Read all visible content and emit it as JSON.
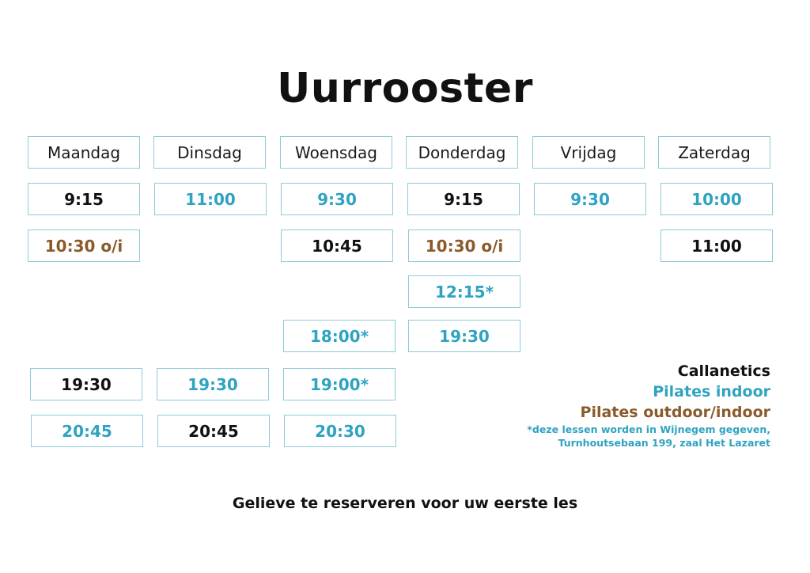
{
  "title": "Uurrooster",
  "days": [
    "Maandag",
    "Dinsdag",
    "Woensdag",
    "Donderdag",
    "Vrijdag",
    "Zaterdag"
  ],
  "colors": {
    "callanetics": "#111111",
    "pilates_indoor": "#2fa3c0",
    "pilates_outdoor_indoor": "#8a5a2b",
    "border": "#8ccbd9"
  },
  "schedule": {
    "maandag": [
      {
        "time": "9:15",
        "type": "callanetics"
      },
      {
        "time": "10:30 o/i",
        "type": "pilates_outdoor_indoor"
      },
      {
        "time": "19:30",
        "type": "callanetics"
      },
      {
        "time": "20:45",
        "type": "pilates_indoor"
      }
    ],
    "dinsdag": [
      {
        "time": "11:00",
        "type": "pilates_indoor"
      },
      {
        "time": "19:30",
        "type": "pilates_indoor"
      },
      {
        "time": "20:45",
        "type": "callanetics"
      }
    ],
    "woensdag": [
      {
        "time": "9:30",
        "type": "pilates_indoor"
      },
      {
        "time": "10:45",
        "type": "callanetics"
      },
      {
        "time": "18:00*",
        "type": "pilates_indoor"
      },
      {
        "time": "19:00*",
        "type": "pilates_indoor"
      },
      {
        "time": "20:30",
        "type": "pilates_indoor"
      }
    ],
    "donderdag": [
      {
        "time": "9:15",
        "type": "callanetics"
      },
      {
        "time": "10:30 o/i",
        "type": "pilates_outdoor_indoor"
      },
      {
        "time": "12:15*",
        "type": "pilates_indoor"
      },
      {
        "time": "19:30",
        "type": "pilates_indoor"
      }
    ],
    "vrijdag": [
      {
        "time": "9:30",
        "type": "pilates_indoor"
      }
    ],
    "zaterdag": [
      {
        "time": "10:00",
        "type": "pilates_indoor"
      },
      {
        "time": "11:00",
        "type": "callanetics"
      }
    ]
  },
  "legend": {
    "callanetics": "Callanetics",
    "pilates_indoor": "Pilates indoor",
    "pilates_outdoor_indoor": "Pilates outdoor/indoor",
    "note_line1": "*deze lessen worden in Wijnegem gegeven,",
    "note_line2": "Turnhoutsebaan 199, zaal Het Lazaret"
  },
  "footer": "Gelieve te reserveren voor uw eerste les"
}
